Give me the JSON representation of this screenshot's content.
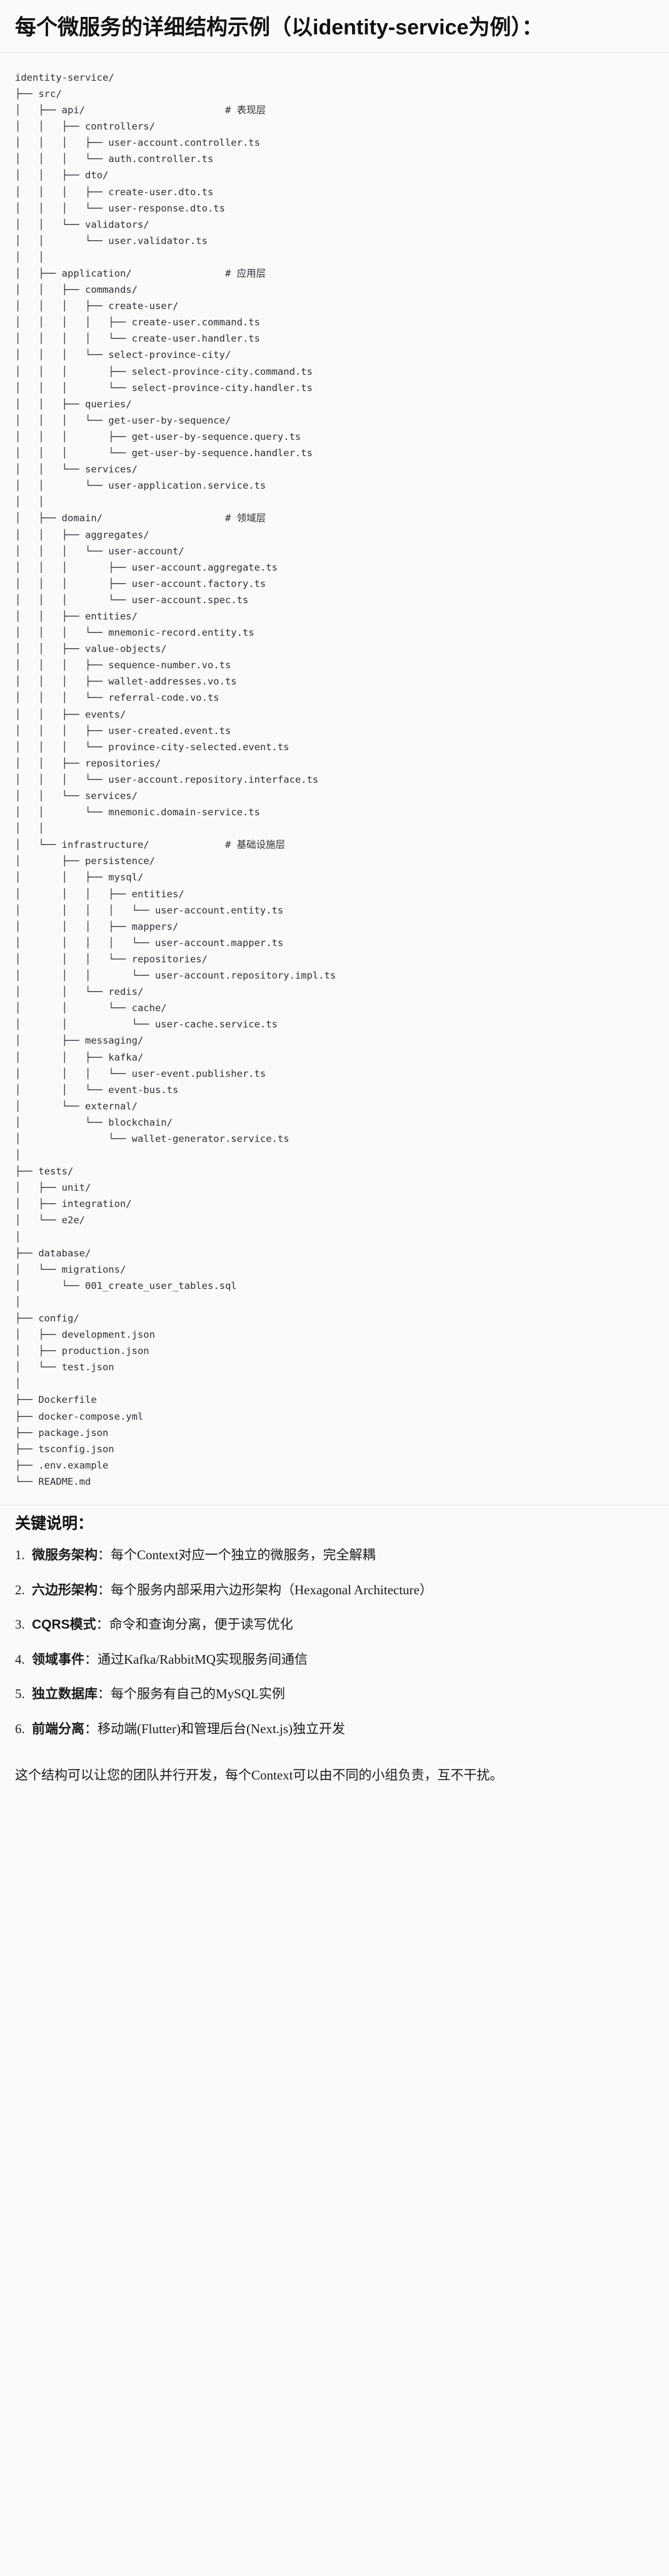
{
  "document": {
    "heading": "每个微服务的详细结构示例（以identity-service为例）："
  },
  "tree": {
    "root": "identity-service/",
    "comments": {
      "api": "# 表现层",
      "application": "# 应用层",
      "domain": "# 领域层",
      "infrastructure": "# 基础设施层"
    },
    "text": "identity-service/\n├── src/\n│   ├── api/                        # 表现层\n│   │   ├── controllers/\n│   │   │   ├── user-account.controller.ts\n│   │   │   └── auth.controller.ts\n│   │   ├── dto/\n│   │   │   ├── create-user.dto.ts\n│   │   │   └── user-response.dto.ts\n│   │   └── validators/\n│   │       └── user.validator.ts\n│   │\n│   ├── application/                # 应用层\n│   │   ├── commands/\n│   │   │   ├── create-user/\n│   │   │   │   ├── create-user.command.ts\n│   │   │   │   └── create-user.handler.ts\n│   │   │   └── select-province-city/\n│   │   │       ├── select-province-city.command.ts\n│   │   │       └── select-province-city.handler.ts\n│   │   ├── queries/\n│   │   │   └── get-user-by-sequence/\n│   │   │       ├── get-user-by-sequence.query.ts\n│   │   │       └── get-user-by-sequence.handler.ts\n│   │   └── services/\n│   │       └── user-application.service.ts\n│   │\n│   ├── domain/                     # 领域层\n│   │   ├── aggregates/\n│   │   │   └── user-account/\n│   │   │       ├── user-account.aggregate.ts\n│   │   │       ├── user-account.factory.ts\n│   │   │       └── user-account.spec.ts\n│   │   ├── entities/\n│   │   │   └── mnemonic-record.entity.ts\n│   │   ├── value-objects/\n│   │   │   ├── sequence-number.vo.ts\n│   │   │   ├── wallet-addresses.vo.ts\n│   │   │   └── referral-code.vo.ts\n│   │   ├── events/\n│   │   │   ├── user-created.event.ts\n│   │   │   └── province-city-selected.event.ts\n│   │   ├── repositories/\n│   │   │   └── user-account.repository.interface.ts\n│   │   └── services/\n│   │       └── mnemonic.domain-service.ts\n│   │\n│   └── infrastructure/             # 基础设施层\n│       ├── persistence/\n│       │   ├── mysql/\n│       │   │   ├── entities/\n│       │   │   │   └── user-account.entity.ts\n│       │   │   ├── mappers/\n│       │   │   │   └── user-account.mapper.ts\n│       │   │   └── repositories/\n│       │   │       └── user-account.repository.impl.ts\n│       │   └── redis/\n│       │       └── cache/\n│       │           └── user-cache.service.ts\n│       ├── messaging/\n│       │   ├── kafka/\n│       │   │   └── user-event.publisher.ts\n│       │   └── event-bus.ts\n│       └── external/\n│           └── blockchain/\n│               └── wallet-generator.service.ts\n│\n├── tests/\n│   ├── unit/\n│   ├── integration/\n│   └── e2e/\n│\n├── database/\n│   └── migrations/\n│       └── 001_create_user_tables.sql\n│\n├── config/\n│   ├── development.json\n│   ├── production.json\n│   └── test.json\n│\n├── Dockerfile\n├── docker-compose.yml\n├── package.json\n├── tsconfig.json\n├── .env.example\n└── README.md"
  },
  "notes": {
    "title": "关键说明：",
    "items": [
      {
        "term": "微服务架构",
        "sep": "：",
        "desc": "每个Context对应一个独立的微服务，完全解耦"
      },
      {
        "term": "六边形架构",
        "sep": "：",
        "desc": "每个服务内部采用六边形架构（Hexagonal Architecture）"
      },
      {
        "term": "CQRS模式",
        "sep": "：",
        "desc": "命令和查询分离，便于读写优化"
      },
      {
        "term": "领域事件",
        "sep": "：",
        "desc": "通过Kafka/RabbitMQ实现服务间通信"
      },
      {
        "term": "独立数据库",
        "sep": "：",
        "desc": "每个服务有自己的MySQL实例"
      },
      {
        "term": "前端分离",
        "sep": "：",
        "desc": "移动端(Flutter)和管理后台(Next.js)独立开发"
      }
    ],
    "closing": "这个结构可以让您的团队并行开发，每个Context可以由不同的小组负责，互不干扰。"
  },
  "colors": {
    "page_background": "#fbfaf8",
    "text": "#1a1a1a",
    "code_text": "#2b2f33",
    "rule": "#e6e3de"
  }
}
